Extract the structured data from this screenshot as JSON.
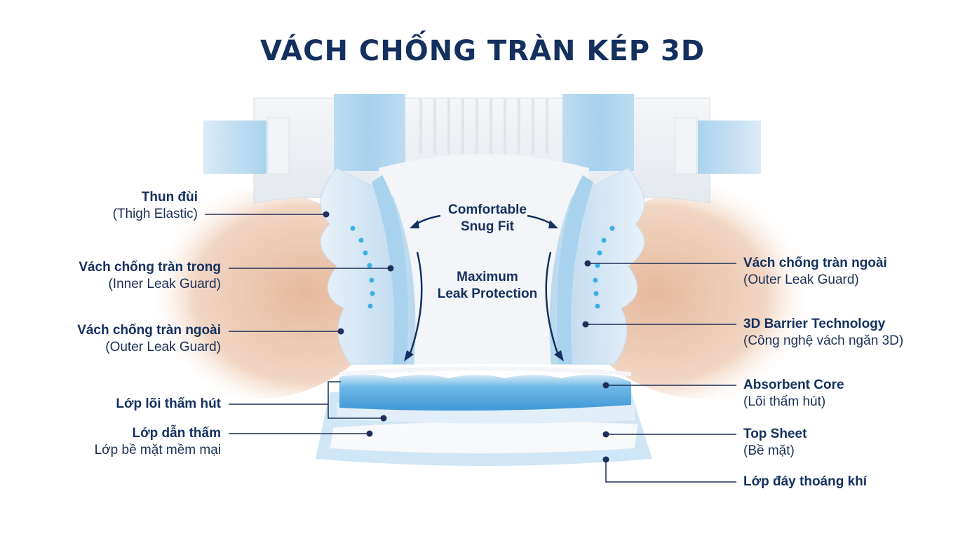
{
  "title": "VÁCH CHỐNG TRÀN KÉP 3D",
  "colors": {
    "title": "#14305f",
    "label_text": "#14305f",
    "leader_line": "#1f2f5a",
    "diaper_blue": "#a9d3ee",
    "core_blue": "#4aa3dc",
    "skin": "#e9c3a8",
    "dots": "#3ab0e6"
  },
  "center": {
    "comfort_line1": "Comfortable",
    "comfort_line2": "Snug Fit",
    "leak_line1": "Maximum",
    "leak_line2": "Leak Protection"
  },
  "left_labels": [
    {
      "bold": "Thun đùi",
      "normal": "(Thigh Elastic)"
    },
    {
      "bold": "Vách chống tràn trong",
      "normal": "(Inner Leak Guard)"
    },
    {
      "bold": "Vách chống tràn ngoài",
      "normal": "(Outer Leak Guard)"
    },
    {
      "bold": "Lớp lõi thấm hút",
      "normal": ""
    },
    {
      "bold": "Lớp dẫn thấm",
      "normal": "Lớp bề mặt mềm mại"
    }
  ],
  "right_labels": [
    {
      "bold": "Vách chống tràn ngoài",
      "normal": "(Outer Leak Guard)"
    },
    {
      "bold": "3D Barrier Technology",
      "normal": "(Công nghệ vách ngăn 3D)"
    },
    {
      "bold": "Absorbent Core",
      "normal": "(Lõi thấm hút)"
    },
    {
      "bold": "Top Sheet",
      "normal": "(Bề mặt)"
    },
    {
      "bold": "Lớp đáy thoáng khí",
      "normal": ""
    }
  ]
}
